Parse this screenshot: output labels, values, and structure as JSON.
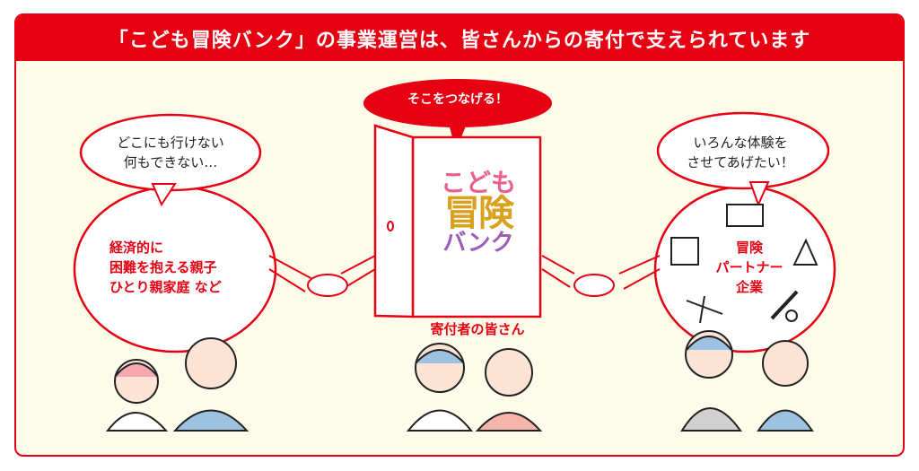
{
  "header": {
    "title": "「こども冒険バンク」の事業運営は、皆さんからの寄付で支えられています"
  },
  "connector": {
    "label": "そこをつなげる！"
  },
  "left": {
    "thought": [
      "どこにも行けない",
      "何もできない…"
    ],
    "group": [
      "経済的に",
      "困難を抱える親子",
      "ひとり親家庭 など"
    ]
  },
  "center": {
    "logo": [
      "こども",
      "冒険",
      "バンク"
    ],
    "label": "寄付者の皆さん"
  },
  "right": {
    "thought": [
      "いろんな体験を",
      "させてあげたい！"
    ],
    "group": [
      "冒険",
      "パートナー",
      "企業"
    ]
  },
  "colors": {
    "accent": "#e60012",
    "background": "#fdfbea"
  }
}
